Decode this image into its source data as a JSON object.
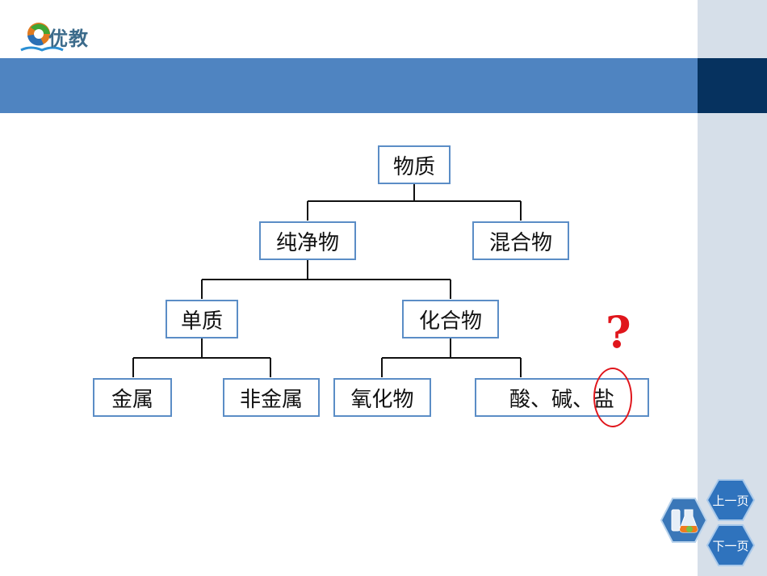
{
  "brand": {
    "name": "优教"
  },
  "tree": {
    "root": "物质",
    "pure": "纯净物",
    "mixture": "混合物",
    "element": "单质",
    "compound": "化合物",
    "metal": "金属",
    "nonmetal": "非金属",
    "oxide": "氧化物",
    "acid_base_salt": "酸、碱、盐"
  },
  "annotation": {
    "question_mark": "?"
  },
  "nav": {
    "prev_label": "上一页",
    "next_label": "下一页"
  },
  "colors": {
    "band": "#4f84c1",
    "band_dark": "#06325f",
    "sidebar": "#d6dfe9",
    "node_border": "#5b8dc6",
    "annotation_red": "#e0161c"
  },
  "icons": {
    "logo": "book-swirl-icon",
    "lab": "lab-flask-icon"
  }
}
